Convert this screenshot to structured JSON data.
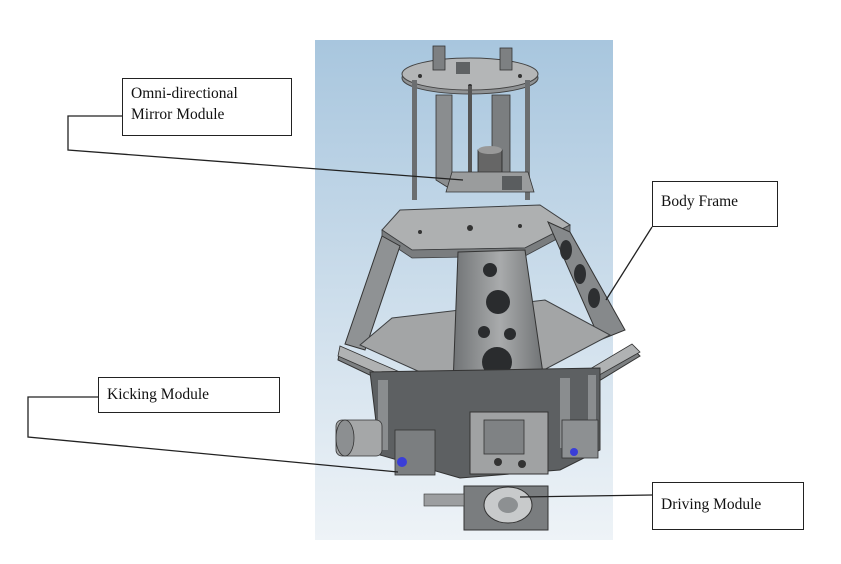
{
  "labels": {
    "mirror_line1": "Omni-directional",
    "mirror_line2": "Mirror Module",
    "body_frame": "Body Frame",
    "kicking": "Kicking Module",
    "driving": "Driving Module"
  },
  "colors": {
    "background_top": "#a8c6de",
    "background_bottom": "#eef3f7",
    "metal_light": "#a7a9aa",
    "metal_mid": "#7f8284",
    "metal_dark": "#4e5153",
    "leader_line": "#222222"
  }
}
